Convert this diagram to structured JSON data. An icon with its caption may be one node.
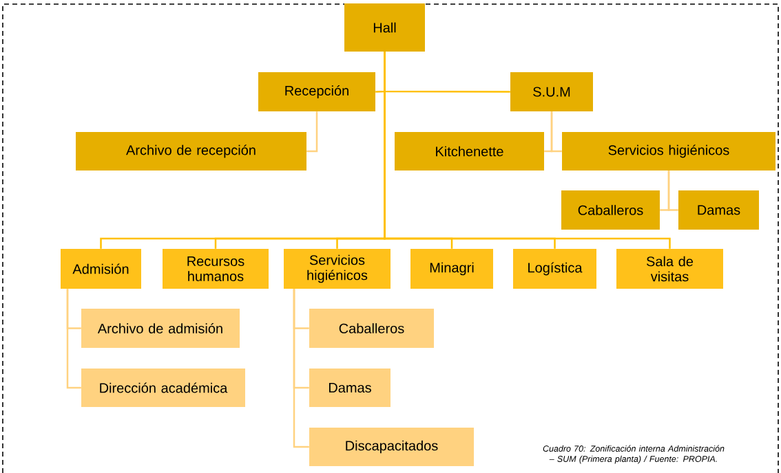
{
  "diagram": {
    "caption": "*Cuadro 70: Zonificación interna Administración – SUM (Primera planta) / Fuente: PROPIA.*",
    "nodes": [
      {
        "text": [
          "Hall"
        ]
      },
      {
        "text": [
          "Recepción"
        ]
      },
      {
        "text": [
          "S.U.M"
        ]
      },
      {
        "text": [
          "Archivo de recepción"
        ]
      },
      {
        "text": [
          "Kitchenette"
        ]
      },
      {
        "text": [
          "Servicios higiénicos"
        ]
      },
      {
        "text": [
          "Caballeros"
        ]
      },
      {
        "text": [
          "Damas"
        ]
      },
      {
        "text": [
          "Admisión"
        ]
      },
      {
        "text": [
          "Recursos humanos"
        ]
      },
      {
        "text": [
          "Servicios higiénicos"
        ]
      },
      {
        "text": [
          "Minagri"
        ]
      },
      {
        "text": [
          "Logística"
        ]
      },
      {
        "text": [
          "Sala de visitas"
        ]
      },
      {
        "text": [
          "Archivo de admisión"
        ]
      },
      {
        "text": [
          "Dirección académica"
        ]
      },
      {
        "text": [
          "Caballeros"
        ]
      },
      {
        "text": [
          "Damas"
        ]
      },
      {
        "text": [
          "Discapacitados"
        ]
      }
    ],
    "edges": [
      {
        "from": 0,
        "to": 1,
        "arrow": "none",
        "color": "#ffc000"
      },
      {
        "from": 0,
        "to": 2,
        "arrow": "none",
        "color": "#ffc000"
      },
      {
        "from": 1,
        "to": 3,
        "arrow": "none"
      },
      {
        "from": 2,
        "to": 4,
        "arrow": "none"
      },
      {
        "from": 2,
        "to": 5,
        "arrow": "none"
      },
      {
        "from": 5,
        "to": 6,
        "arrow": "none"
      },
      {
        "from": 5,
        "to": 7,
        "arrow": "none"
      },
      {
        "from": 0,
        "to": 8,
        "arrow": "none",
        "color": "#ffc000"
      },
      {
        "from": 0,
        "to": 9,
        "arrow": "none",
        "color": "#ffc000"
      },
      {
        "from": 0,
        "to": 10,
        "arrow": "none",
        "color": "#ffc000"
      },
      {
        "from": 0,
        "to": 11,
        "arrow": "none",
        "color": "#ffc000"
      },
      {
        "from": 0,
        "to": 12,
        "arrow": "none",
        "color": "#ffc000"
      },
      {
        "from": 0,
        "to": 13,
        "arrow": "none",
        "color": "#ffc000"
      },
      {
        "from": 8,
        "to": 14,
        "arrow": "none"
      },
      {
        "from": 8,
        "to": 15,
        "arrow": "none"
      },
      {
        "from": 10,
        "to": 16,
        "arrow": "none"
      },
      {
        "from": 10,
        "to": 17,
        "arrow": "none"
      },
      {
        "from": 10,
        "to": 18,
        "arrow": "none"
      }
    ]
  }
}
